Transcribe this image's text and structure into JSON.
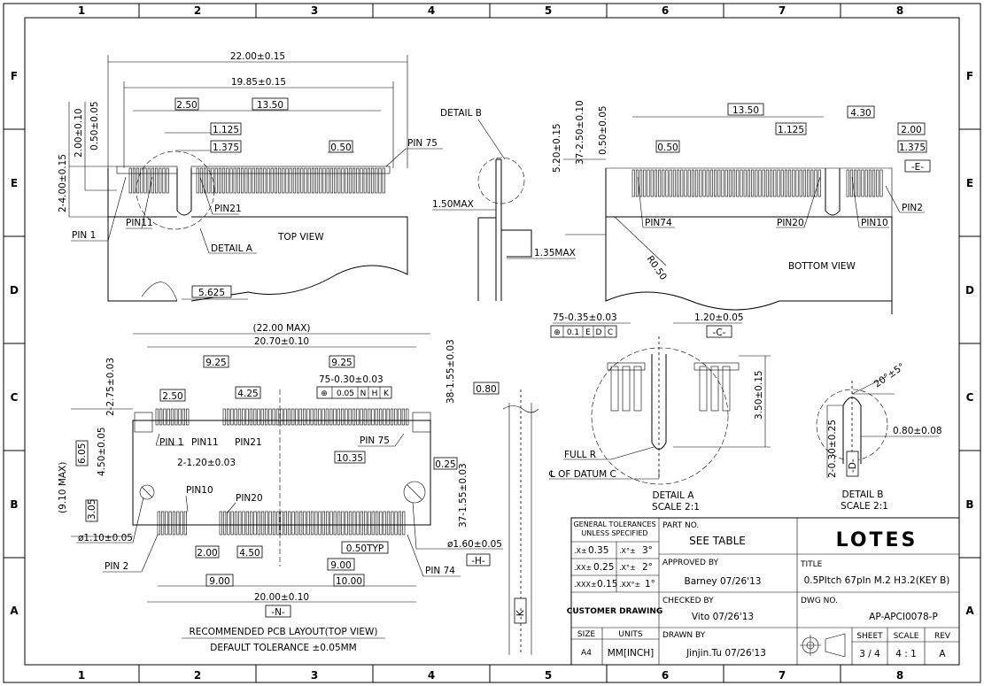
{
  "grid": {
    "cols": [
      "1",
      "2",
      "3",
      "4",
      "5",
      "6",
      "7",
      "8"
    ],
    "rows": [
      "F",
      "E",
      "D",
      "C",
      "B",
      "A"
    ]
  },
  "top_view": {
    "title": "TOP VIEW",
    "dims": [
      "22.00±0.15",
      "19.85±0.15",
      "2.50",
      "13.50",
      "1.125",
      "1.375",
      "0.50",
      "2-4.00±0.15",
      "2.00±0.10",
      "0.50±0.05",
      "5.625"
    ],
    "labels": [
      "PIN 75",
      "PIN 1",
      "PIN11",
      "PIN21",
      "DETAIL A"
    ]
  },
  "detail_b_side": {
    "title": "DETAIL B",
    "dims": [
      "1.50MAX",
      "1.35MAX"
    ]
  },
  "bottom_view": {
    "title": "BOTTOM VIEW",
    "dims": [
      "13.50",
      "4.30",
      "2.00",
      "1.375",
      "1.125",
      "0.50",
      "5.20±0.15",
      "37-2.50±0.10",
      "0.50±0.05",
      "R0.50"
    ],
    "labels": [
      "PIN74",
      "PIN20",
      "PIN10",
      "PIN2",
      "-E-"
    ]
  },
  "pcb": {
    "dims": [
      "(22.00 MAX)",
      "20.70±0.10",
      "9.25",
      "9.25",
      "75-0.30±0.03",
      "2.50",
      "4.25",
      "2-2.75±0.03",
      "38-1.55±0.03",
      "6.05",
      "4.50±0.05",
      "(9.10 MAX)",
      "2-1.20±0.03",
      "10.35",
      "0.25",
      "37-1.55±0.03",
      "3.05",
      "2.00",
      "4.50",
      "0.50TYP",
      "9.00",
      "9.00",
      "10.00",
      "20.00±0.10",
      "ø1.10±0.05",
      "ø1.60±0.05",
      "0.80"
    ],
    "fcf": [
      "⊕",
      "0.05",
      "N",
      "H",
      "K"
    ],
    "labels": [
      "PIN 1",
      "PIN11",
      "PIN21",
      "PIN 75",
      "PIN10",
      "PIN20",
      "PIN 2",
      "PIN 74",
      "-H-",
      "-N-",
      "-K-"
    ],
    "caption": "RECOMMENDED PCB LAYOUT(TOP VIEW)",
    "tolerance": "DEFAULT TOLERANCE ±0.05MM"
  },
  "detail_a": {
    "dims": [
      "75-0.35±0.03",
      "1.20±0.05",
      "3.50±0.15"
    ],
    "fcf": [
      "⊕",
      "0.1",
      "E",
      "D",
      "C"
    ],
    "datum": "-C-",
    "labels": [
      "FULL R",
      "℄ OF DATUM C"
    ],
    "title": "DETAIL A",
    "scale": "SCALE 2:1"
  },
  "detail_b": {
    "dims": [
      "20°±5°",
      "0.80±0.08",
      "2-0.30±0.25"
    ],
    "datum": "-D-",
    "title": "DETAIL B",
    "scale": "SCALE 2:1"
  },
  "title_block": {
    "tol_header": [
      "GENERAL TOLERANCES",
      "UNLESS SPECIFIED"
    ],
    "tol_rows": [
      [
        ".X±",
        "0.35",
        ".X°±",
        "3°"
      ],
      [
        ".XX±",
        "0.25",
        ".X°±",
        "2°"
      ],
      [
        ".XXX±",
        "0.15",
        ".XX°±",
        "1°"
      ]
    ],
    "customer": "CUSTOMER DRAWING",
    "size_label": "SIZE",
    "size_value": "A4",
    "units_label": "UNITS",
    "units_value": "MM[INCH]",
    "part_label": "PART NO.",
    "part_value": "SEE TABLE",
    "approved_label": "APPROVED BY",
    "approved_value": "Barney  07/26'13",
    "checked_label": "CHECKED BY",
    "checked_value": "Vito  07/26'13",
    "drawn_label": "DRAWN BY",
    "drawn_value": "Jinjin.Tu  07/26'13",
    "logo": "LOTES",
    "title_label": "TITLE",
    "title_value": "0.5PItch 67pIn M.2 H3.2(KEY B)",
    "dwg_label": "DWG NO.",
    "dwg_value": "AP-APCI0078-P",
    "sheet_label": "SHEET",
    "sheet_value": "3 / 4",
    "scale_label": "SCALE",
    "scale_value": "4 : 1",
    "rev_label": "REV",
    "rev_value": "A"
  }
}
